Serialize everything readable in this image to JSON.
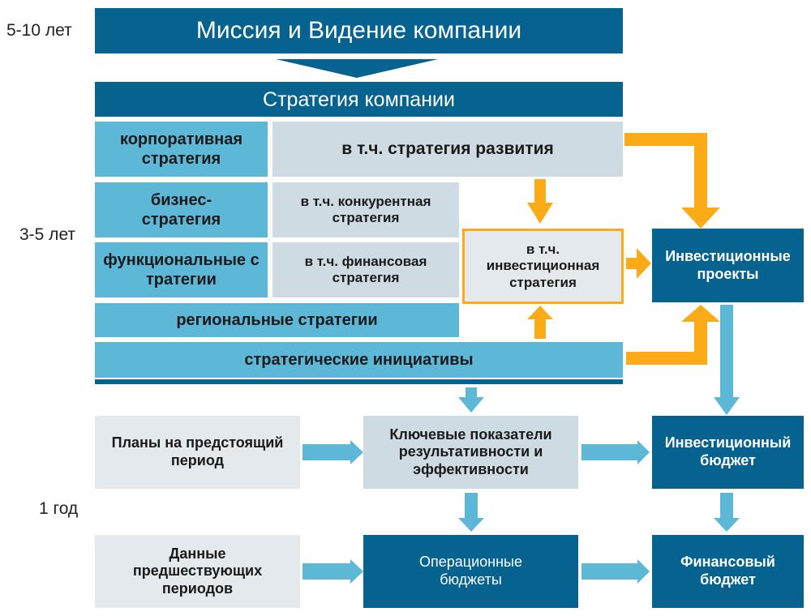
{
  "colors": {
    "dark_blue": "#06628f",
    "mid_blue": "#5db7d7",
    "light_gray": "#cfdbe2",
    "pale_gray": "#e3e9ed",
    "orange": "#fbab18",
    "arrow_blue": "#5db7d7"
  },
  "time_labels": {
    "long": "5-10 лет",
    "mid": "3-5 лет",
    "short": "1 год"
  },
  "mission": "Миссия и Видение компании",
  "strategy_header": "Стратегия компании",
  "strategies": {
    "corporate": "корпоративная стратегия",
    "development": "в т.ч. стратегия развития",
    "business": "бизнес-стратегия",
    "competitive": "в т.ч. конкурентная стратегия",
    "functional": "функциональные стратегии",
    "financial": "в т.ч. финансовая стратегия",
    "investment": "в т.ч. инвестиционная стратегия",
    "regional": "региональные стратегии",
    "initiatives": "стратегические инициативы"
  },
  "investment_projects": "Инвестиционные проекты",
  "annual": {
    "plans": "Планы на предстоящий период",
    "kpi": "Ключевые показатели результативности и эффективности",
    "investment_budget": "Инвестиционный бюджет",
    "historical_data": "Данные предшествующих периодов",
    "operational_budgets": "Операционные бюджеты",
    "financial_budget": "Финансовый бюджет"
  }
}
